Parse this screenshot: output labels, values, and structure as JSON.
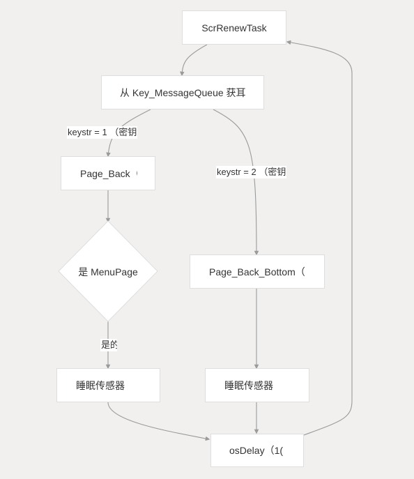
{
  "nodes": {
    "scr_renew_task": "ScrRenewTask",
    "get_from_queue": "从 Key_MessageQueue 获耳",
    "page_back": "Page_Back（",
    "is_menupage": "是 MenuPage",
    "page_back_bottom": "Page_Back_Bottom（",
    "sleep_sensor_left": "睡眠传感器",
    "sleep_sensor_right": "睡眠传感器",
    "os_delay": "osDelay（1("
  },
  "edge_labels": {
    "keystr_1": "keystr = 1 （密钥",
    "keystr_2": "keystr = 2 （密钥",
    "yes": "是的"
  },
  "colors": {
    "background": "#f1f0ef",
    "node_fill": "#ffffff",
    "node_border": "#dedede",
    "edge": "#9a9a9a"
  }
}
